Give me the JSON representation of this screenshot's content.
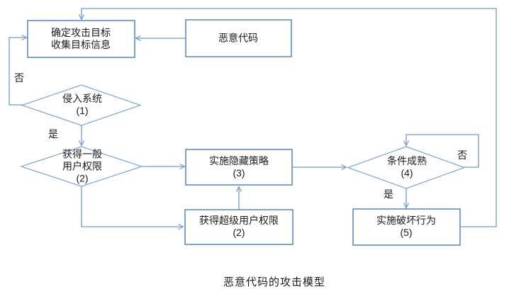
{
  "caption": "恶意代码的攻击模型",
  "colors": {
    "connector": "#6f9ad2",
    "node_border": "#5585c2",
    "text": "#1b1b1b",
    "background": "#ffffff"
  },
  "nodes": {
    "determine_target": {
      "shape": "rect",
      "label": "确定攻击目标\n收集目标信息"
    },
    "malicious_code": {
      "shape": "rect",
      "label": "恶意代码"
    },
    "intrude_system": {
      "shape": "diamond",
      "label": "侵入系统\n(1)"
    },
    "gain_normal_privilege": {
      "shape": "diamond",
      "label": "获得一般\n用户权限\n(2)"
    },
    "hiding_strategy": {
      "shape": "rect",
      "label": "实施隐藏策略\n(3)"
    },
    "gain_super_privilege": {
      "shape": "rect",
      "label": "获得超级用户权限\n(2)"
    },
    "condition_mature": {
      "shape": "diamond",
      "label": "条件成熟\n(4)"
    },
    "destructive_action": {
      "shape": "rect",
      "label": "实施破坏行为\n(5)"
    }
  },
  "edge_labels": {
    "intrude_no": "否",
    "intrude_yes": "是",
    "condition_no": "否",
    "condition_yes": "是"
  }
}
